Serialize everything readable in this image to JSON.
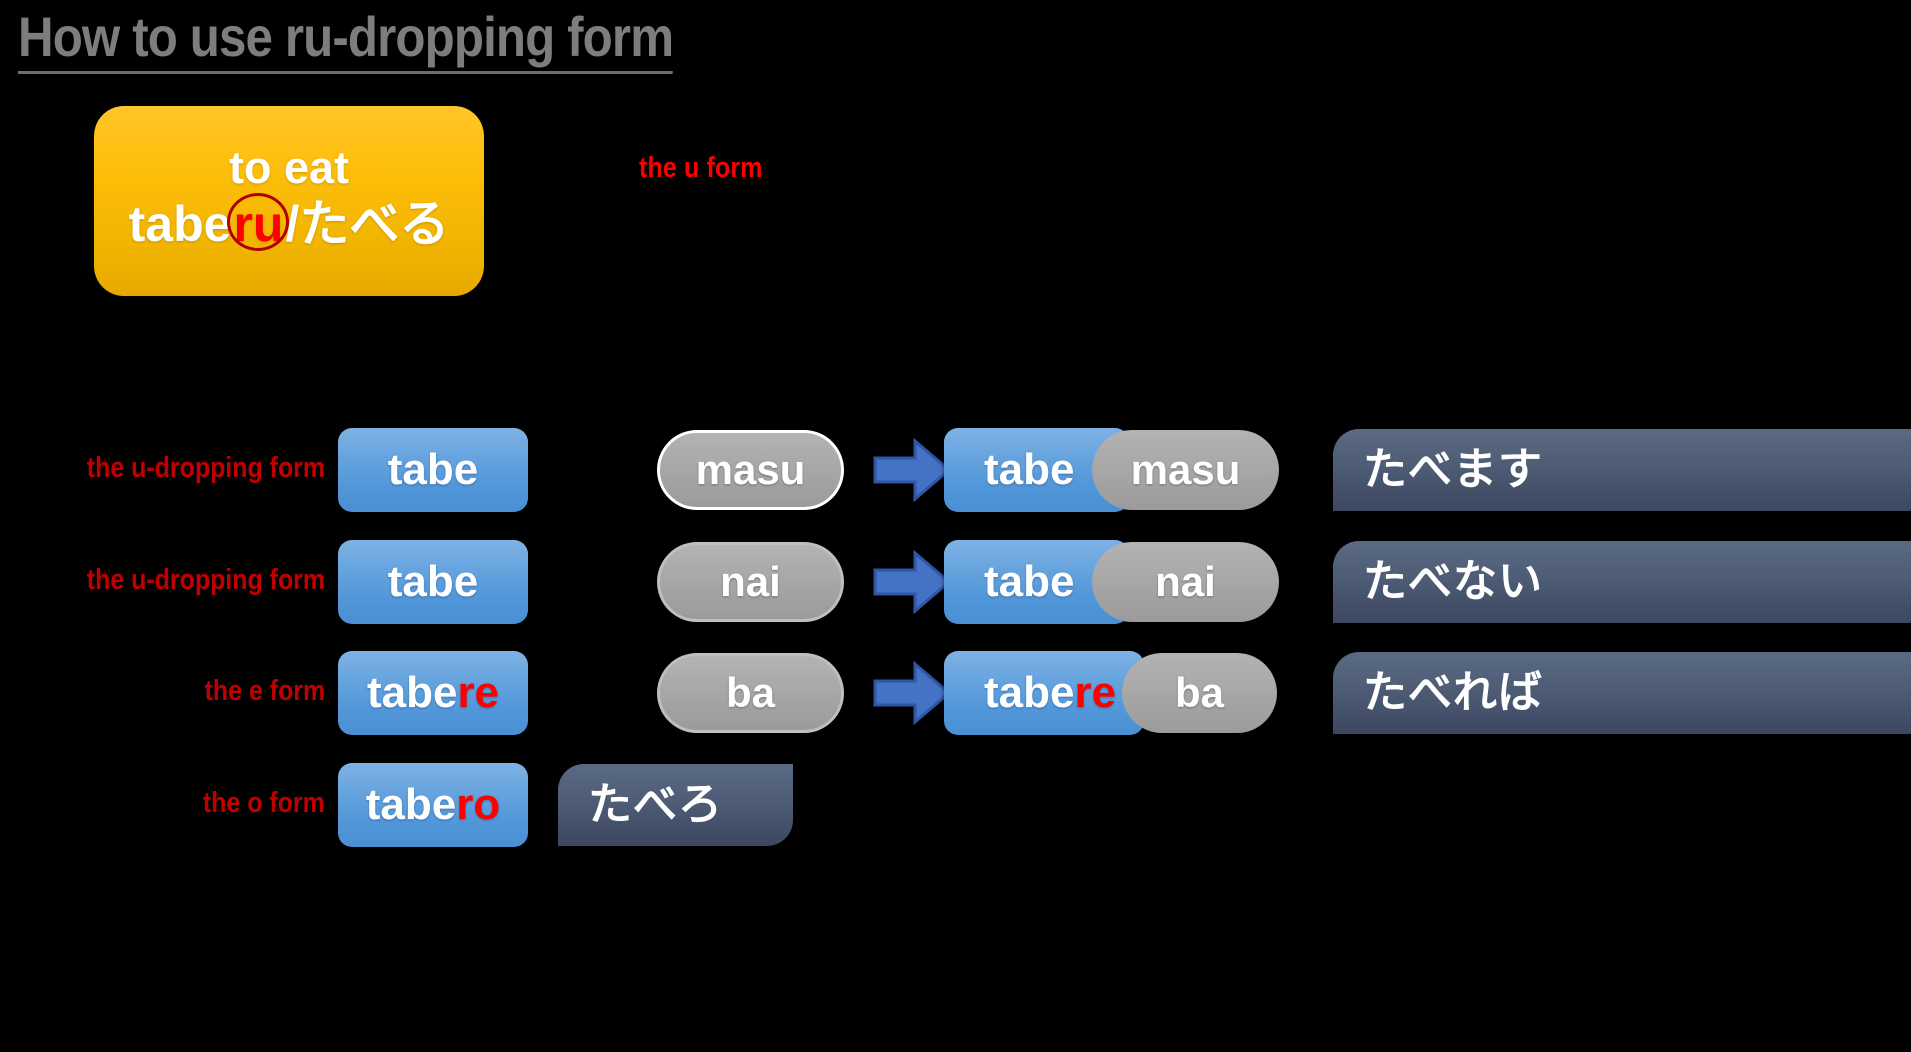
{
  "title": "How to use ru-dropping form",
  "verb_card": {
    "meaning": "to eat",
    "romaji_stem": "tabe",
    "romaji_ending": "ru",
    "separator": " / ",
    "kana": "たべる"
  },
  "annotations": {
    "u_form_note": "the u form"
  },
  "colors": {
    "title_gray": "#7d7d7d",
    "note_red": "#ff0000",
    "label_dark_red": "#c00000",
    "card_yellow": "#fdbe09",
    "stem_blue": "#4f95d8",
    "suffix_gray": "#a8a8a8",
    "kana_slate": "#4e5c75",
    "arrow_blue": "#4472c4",
    "plus_peach": "#f8cbad",
    "plus_outline": "#4472c4",
    "circle_red": "#b00000",
    "text_white": "#ffffff"
  },
  "rows": [
    {
      "label": "the u-dropping form",
      "stem": "tabe",
      "stem_suffix": "",
      "operator": "plus",
      "suffix": "masu",
      "suffix_style": "white-outline",
      "arrow": "right-arrow",
      "result_stem": "tabe",
      "result_stem_suffix": "",
      "result_suffix": "masu",
      "kana": "たべます"
    },
    {
      "label": "the u-dropping form",
      "stem": "tabe",
      "stem_suffix": "",
      "operator": "plus",
      "suffix": "nai",
      "suffix_style": "gray-outline",
      "arrow": "right-arrow",
      "result_stem": "tabe",
      "result_stem_suffix": "",
      "result_suffix": "nai",
      "kana": "たべない"
    },
    {
      "label": "the e form",
      "stem": "tabe",
      "stem_suffix": "re",
      "operator": "plus",
      "suffix": "ba",
      "suffix_style": "gray-outline",
      "arrow": "right-arrow",
      "result_stem": "tabe",
      "result_stem_suffix": "re",
      "result_suffix": "ba",
      "kana": "たべれば"
    },
    {
      "label": "the o form",
      "stem": "tabe",
      "stem_suffix": "ro",
      "operator": "",
      "suffix": "",
      "suffix_style": "",
      "arrow": "",
      "result_stem": "",
      "result_stem_suffix": "",
      "result_suffix": "",
      "kana": "たべろ"
    }
  ]
}
